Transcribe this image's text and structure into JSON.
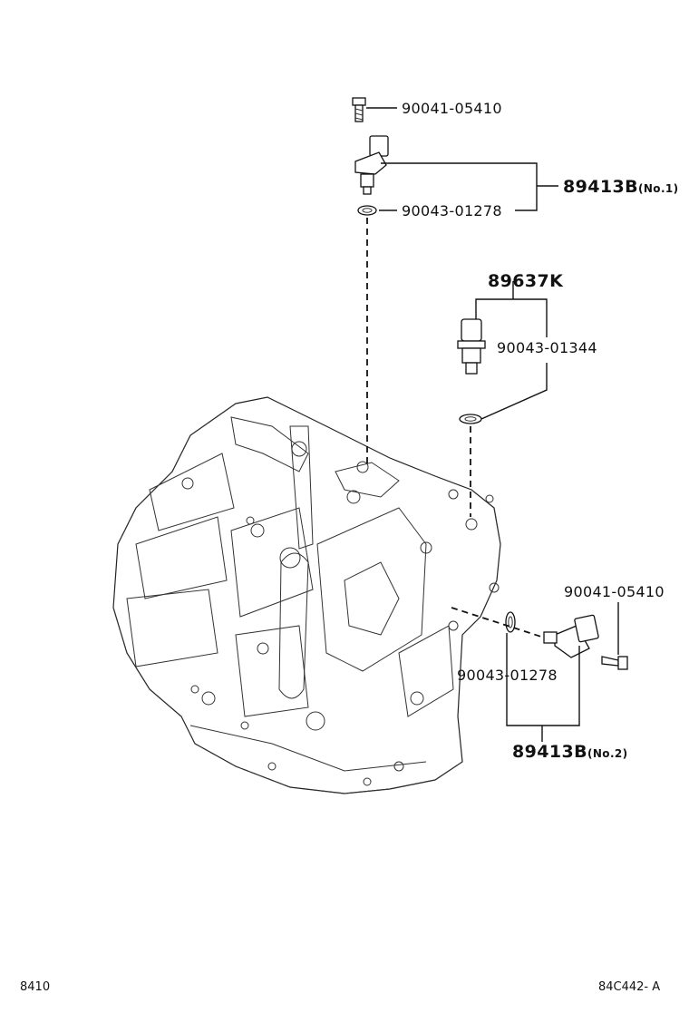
{
  "labels": {
    "bolt_top": "90041-05410",
    "sensor_no1_group": "89413B",
    "sensor_no1_suffix": "(No.1)",
    "oring_top": "90043-01278",
    "switch_group": "89637K",
    "gasket_switch": "90043-01344",
    "bolt_right": "90041-05410",
    "oring_lower": "90043-01278",
    "sensor_no2_group": "89413B",
    "sensor_no2_suffix": "(No.2)"
  },
  "corners": {
    "left": "8410",
    "right": "84C442- A"
  }
}
